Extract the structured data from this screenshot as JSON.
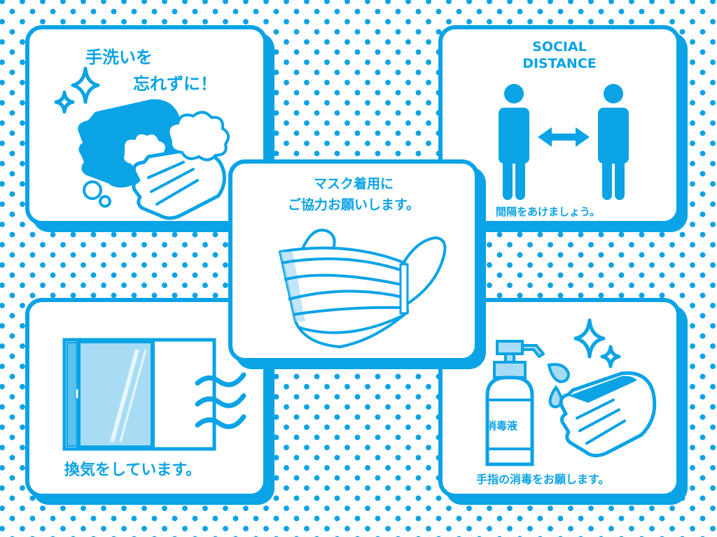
{
  "theme": {
    "accent": "#0aa3e6",
    "light_blue": "#a8dcf5",
    "background": "#ffffff"
  },
  "cards": {
    "handwash": {
      "line1": "手洗いを",
      "line2": "忘れずに！",
      "icon": "washing-hands-with-soap"
    },
    "social_distance": {
      "heading1": "SOCIAL",
      "heading2": "DISTANCE",
      "caption": "間隔をあけましょう。",
      "icon": "two-people-with-double-arrow"
    },
    "mask": {
      "line1": "マスク着用に",
      "line2": "ご協力お願いします。",
      "icon": "surgical-mask"
    },
    "ventilation": {
      "caption": "換気をしています。",
      "icon": "open-window-with-air-flow"
    },
    "disinfect": {
      "bottle_label": "消毒液",
      "caption": "手指の消毒をお願します。",
      "icon": "sanitizer-bottle-and-hand"
    }
  }
}
